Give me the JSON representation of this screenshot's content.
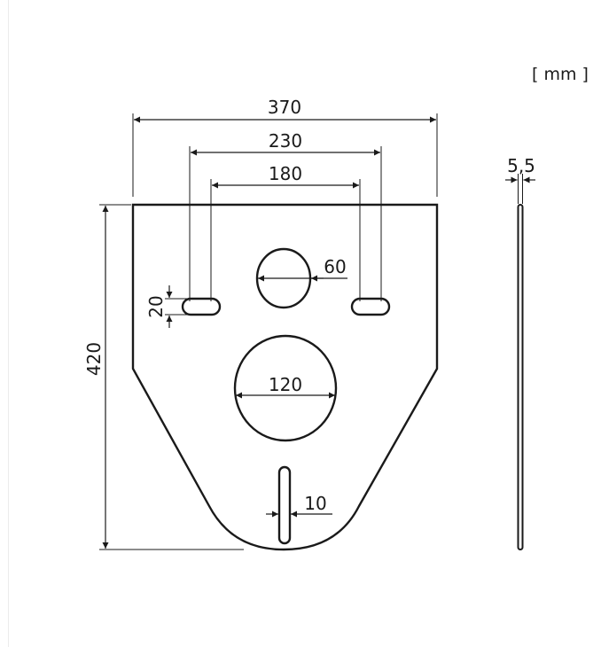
{
  "diagram": {
    "unit_label": "[ mm ]",
    "dimensions": {
      "width_total": "370",
      "hole_spacing_outer": "230",
      "hole_spacing_inner": "180",
      "height_total": "420",
      "slot_height": "20",
      "small_hole_diameter": "60",
      "large_hole_diameter": "120",
      "bottom_slot_width": "10",
      "thickness": "5,5"
    },
    "colors": {
      "line": "#1a1a1a",
      "background": "#ffffff"
    }
  }
}
